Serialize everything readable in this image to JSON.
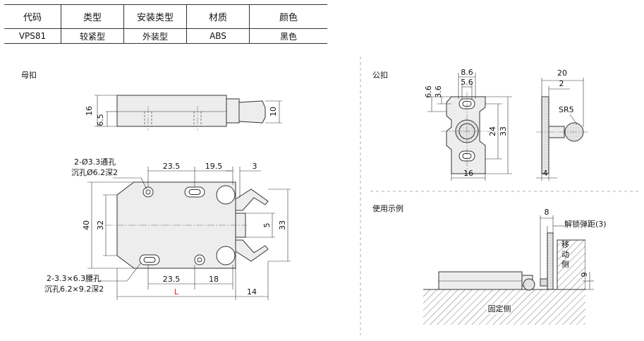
{
  "spec_table": {
    "headers": [
      "代码",
      "类型",
      "安装类型",
      "材质",
      "颜色"
    ],
    "row": [
      "VPS81",
      "较紧型",
      "外装型",
      "ABS",
      "黑色"
    ]
  },
  "sections": {
    "female": "母扣",
    "male": "公扣",
    "usage": "使用示例"
  },
  "female_side_dims": {
    "d16": "16",
    "d6_5": "6.5",
    "d10": "10"
  },
  "female_top_dims": {
    "hole_note_1": "2-Ø3.3通孔",
    "hole_note_2": "沉孔Ø6.2深2",
    "d23_5_top": "23.5",
    "d19_5": "19.5",
    "d3": "3",
    "d40": "40",
    "d32": "32",
    "d5": "5",
    "d33": "33",
    "slot_note_1": "2-3.3×6.3腰孔",
    "slot_note_2": "沉孔6.2×9.2深2",
    "d23_5_bottom": "23.5",
    "d18": "18",
    "L": "L",
    "d14": "14"
  },
  "male_front_dims": {
    "d8_6": "8.6",
    "d5_6": "5.6",
    "d6_6": "6.6",
    "d3_6": "3.6",
    "d24": "24",
    "d33": "33",
    "d16": "16"
  },
  "male_side_dims": {
    "d20": "20",
    "d2": "2",
    "sr5": "SR5",
    "d4": "4"
  },
  "usage_dims": {
    "d8": "8",
    "gap_label": "解锁弹距(3)",
    "moving_side": [
      "移",
      "动",
      "侧"
    ],
    "d9": "9",
    "fixed_side": "固定侧"
  },
  "colors": {
    "line": "#333333",
    "part_fill": "#ededed",
    "L_color": "#e02020",
    "hatch": "#555555"
  }
}
